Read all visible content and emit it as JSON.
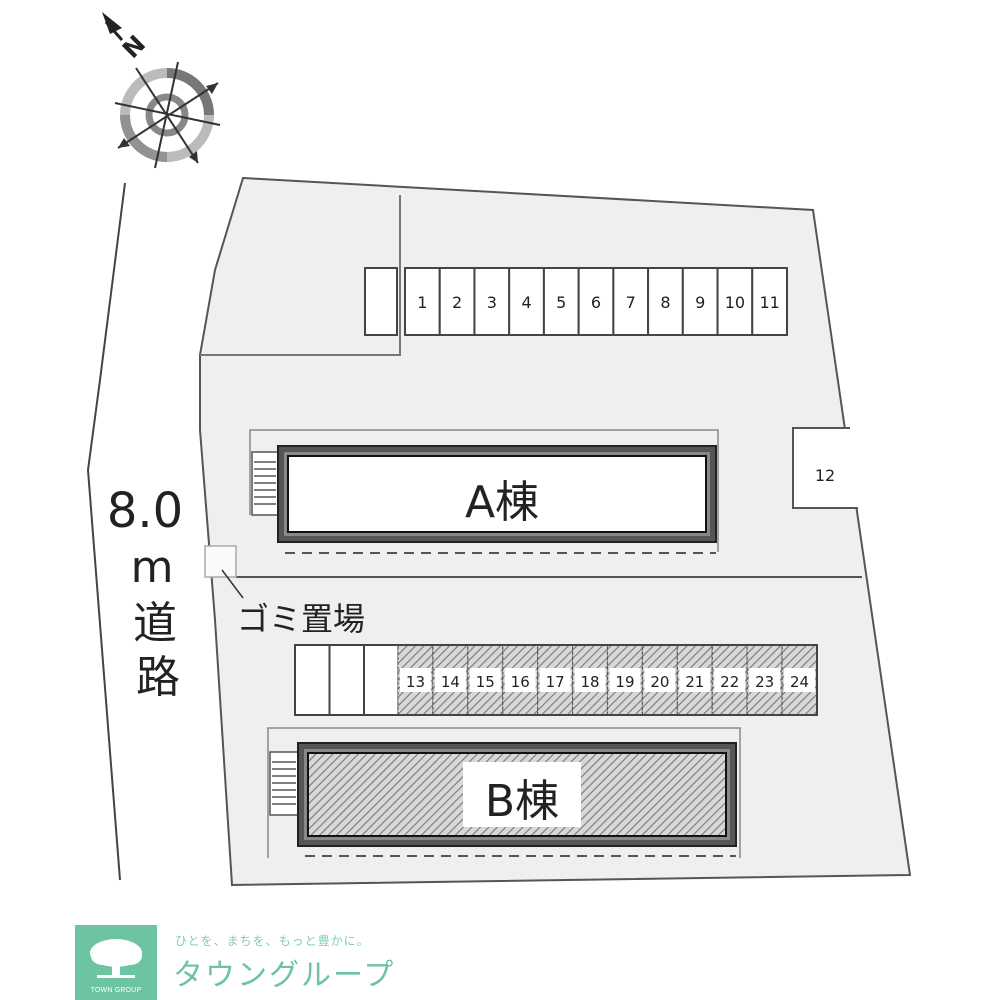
{
  "compass": {
    "icon": "north-arrow-compass-icon",
    "label": "N"
  },
  "road": {
    "width_label": "8.0",
    "unit_label": "m",
    "name_chars": [
      "道",
      "路"
    ]
  },
  "garbage_area": {
    "label": "ゴミ置場"
  },
  "buildings": [
    {
      "id": "A",
      "label": "A棟",
      "fill": "#ffffff"
    },
    {
      "id": "B",
      "label": "B棟",
      "fill": "hatched"
    }
  ],
  "parking": {
    "row1": {
      "unnumbered_spots": 1,
      "spots": [
        "1",
        "2",
        "3",
        "4",
        "5",
        "6",
        "7",
        "8",
        "9",
        "10",
        "11"
      ]
    },
    "standalone": {
      "spots": [
        "12"
      ]
    },
    "row2": {
      "unnumbered_spots": 3,
      "spots": [
        "13",
        "14",
        "15",
        "16",
        "17",
        "18",
        "19",
        "20",
        "21",
        "22",
        "23",
        "24"
      ]
    }
  },
  "logo": {
    "tagline": "ひとを、まちを、もっと豊かに。",
    "brand": "タウングループ",
    "sub": "TOWN GROUP",
    "color": "#6cc4a0"
  },
  "colors": {
    "site_fill": "#efefef",
    "line": "#555555",
    "building_border": "#333333"
  }
}
